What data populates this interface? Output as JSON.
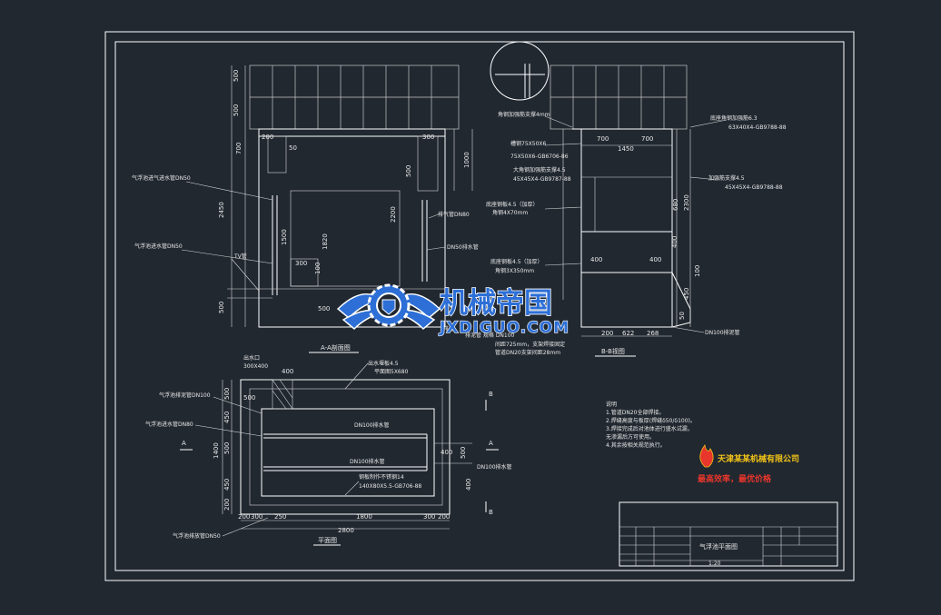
{
  "colors": {
    "background": "#212830",
    "line": "#ffffff",
    "logo_blue": "#2d6fd6",
    "stamp_red": "#e8362c",
    "stamp_yellow": "#f2c318"
  },
  "logo": {
    "cn": "机械帝国",
    "en": "JXDIGUO.COM",
    "icon": "gear-wings-icon"
  },
  "stamp": {
    "name": "天津某某机械有限公司",
    "slogan": "最高效率，最优价格",
    "icon": "flame-icon"
  },
  "views": {
    "section_aa": "A-A剖面图",
    "section_bb": "B-B视图",
    "plan": "平面图"
  },
  "section_a": {
    "dims_left": [
      "500",
      "500",
      "700",
      "2450",
      "500"
    ],
    "dims_top": [
      "200",
      "300",
      "1000",
      "500"
    ],
    "dims_inner": [
      "1820",
      "2200",
      "1500",
      "300",
      "100",
      "500",
      "50"
    ],
    "callouts": [
      "气浮池进气进水管DN50",
      "气浮池进水管DN50",
      "排气管DN80",
      "DN50排水管",
      "TV管",
      "排泥"
    ]
  },
  "section_b": {
    "dims_top": [
      "700",
      "700",
      "1450"
    ],
    "dims_right": [
      "680",
      "2300",
      "450",
      "400",
      "100",
      "50"
    ],
    "dims_bottom": [
      "400",
      "400",
      "200",
      "622",
      "268"
    ],
    "callouts": [
      "角钢加强筋支撑4mm",
      "槽钢75X50X6",
      "75X50X6-GB6706-86",
      "大角钢加强筋支撑4.5",
      "45X45X4-GB9787-88",
      "底座角钢加强筋6.3",
      "63X40X4-GB9788-88",
      "加强筋支撑4.5",
      "45X45X4-GB9788-88",
      "底座钢板4.5（加厚）",
      "角钢4X70mm",
      "底座钢板4.5（加厚）",
      "角钢3X350mm",
      "DN100排泥管",
      "排泥管 规格 DN100",
      "间距725mm，支架焊接固定",
      "管道DN20支架间距28mm"
    ]
  },
  "plan_view": {
    "dims_bottom": [
      "200",
      "300",
      "250",
      "1800",
      "300",
      "200",
      "2800"
    ],
    "dims_left": [
      "500",
      "450",
      "1400",
      "500",
      "450",
      "200"
    ],
    "dims_top": [
      "400",
      "500",
      "400"
    ],
    "dims_right": [
      "500",
      "400"
    ],
    "callouts": [
      "出水口",
      "300X400",
      "出水堰板4.5",
      "平面图5X680",
      "气浮池排泥管DN100",
      "气浮池进水管DN80",
      "DN100排水管",
      "DN100排水管",
      "DN100排水管",
      "钢板制作不锈钢14",
      "140X80X5.5-GB706-88",
      "气浮池排放管DN50"
    ],
    "section_marks": [
      "A",
      "A",
      "B",
      "B"
    ]
  },
  "notes": {
    "heading": "说明",
    "lines": [
      "1.管道DN20全部焊接。",
      "2.焊缝高度与板厚(焊缝δ50/δ100)。",
      "3.焊接完成后对池体进行盛水试漏，",
      "无渗漏后方可使用。",
      "4.其余按相关规范执行。"
    ]
  },
  "title_block": {
    "drawing_name": "气浮池平面图",
    "scale": "1:20"
  }
}
